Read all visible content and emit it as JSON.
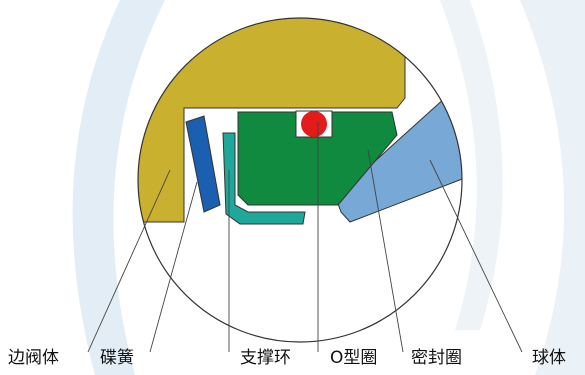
{
  "labels": {
    "valve_body": "边阀体",
    "disc_spring": "碟簧",
    "support_ring": "支撑环",
    "o_ring": "O型圈",
    "seal_ring": "密封圈",
    "ball": "球体"
  },
  "colors": {
    "valve_body": "#c9b12f",
    "disc_spring": "#1a5fb0",
    "support_ring": "#1fa89a",
    "seal_ring": "#0f8a3e",
    "o_ring": "#e31b1b",
    "ball": "#78a8d6",
    "background_accent": "#e3edf5",
    "circle_outline": "#333333"
  }
}
